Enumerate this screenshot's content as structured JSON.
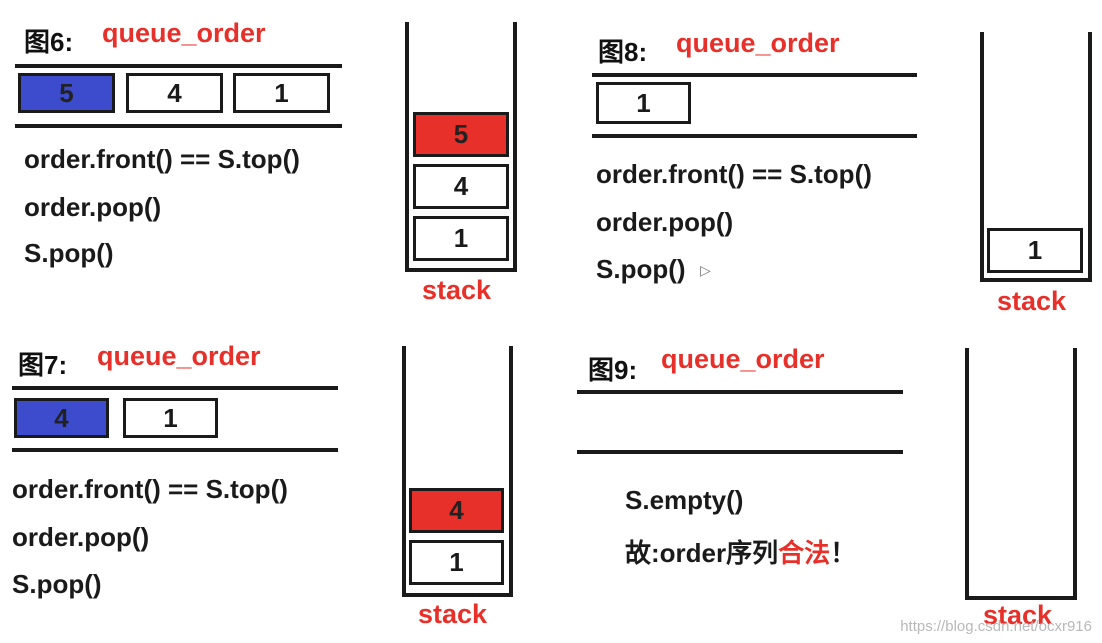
{
  "figures": [
    {
      "label": "图6:",
      "title": "queue_order",
      "queue": [
        "5",
        "4",
        "1"
      ],
      "code": [
        "order.front() == S.top()",
        "order.pop()",
        "S.pop()"
      ],
      "stack": [
        "5",
        "4",
        "1"
      ],
      "stack_label": "stack"
    },
    {
      "label": "图7:",
      "title": "queue_order",
      "queue": [
        "4",
        "1"
      ],
      "code": [
        "order.front() == S.top()",
        "order.pop()",
        "S.pop()"
      ],
      "stack": [
        "4",
        "1"
      ],
      "stack_label": "stack"
    },
    {
      "label": "图8:",
      "title": "queue_order",
      "queue": [
        "1"
      ],
      "code": [
        "order.front() == S.top()",
        "order.pop()",
        "S.pop()"
      ],
      "stack": [
        "1"
      ],
      "stack_label": "stack"
    },
    {
      "label": "图9:",
      "title": "queue_order",
      "queue": [],
      "code": [
        "S.empty()"
      ],
      "conclusion": {
        "prefix": "故:order序列",
        "highlight": "合法",
        "suffix": "！"
      },
      "stack": [],
      "stack_label": "stack"
    }
  ],
  "colors": {
    "front_highlight": "#3c4ccc",
    "top_highlight": "#e8302a",
    "title": "#e8302a"
  },
  "watermark": "https://blog.csdn.net/ocxr916"
}
